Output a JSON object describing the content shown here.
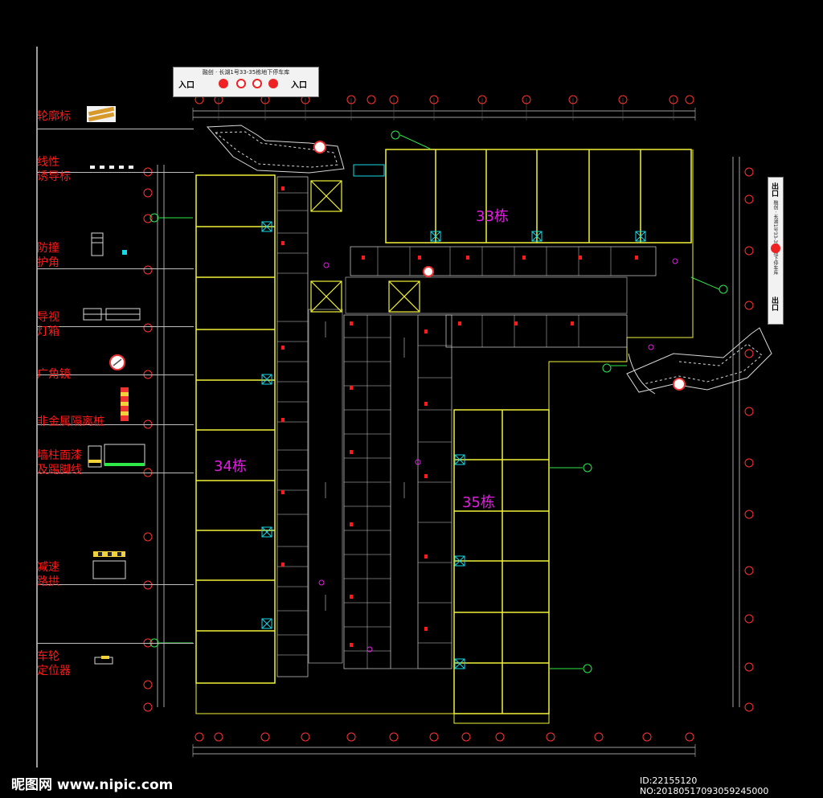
{
  "header_sign": {
    "title": "融创 · 长湖1号33-35栋地下停车库",
    "entry_left": "入口",
    "entry_right": "入口"
  },
  "side_sign": {
    "exit_top": "出口",
    "exit_bottom": "出口",
    "title": "融创 · 长湖1号33-35栋地下停车库"
  },
  "legend": [
    {
      "id": "outline",
      "label": "轮廓标"
    },
    {
      "id": "linear-guide",
      "label": "线性\n诱导标"
    },
    {
      "id": "anti-collision",
      "label": "防撞\n护角"
    },
    {
      "id": "light-box",
      "label": "导视\n灯箱"
    },
    {
      "id": "wide-angle-mirror",
      "label": "广角镜"
    },
    {
      "id": "non-metal-barrier",
      "label": "非金属隔离桩"
    },
    {
      "id": "wall-column",
      "label": "墙柱面漆\n及踢脚线"
    },
    {
      "id": "speed-bump",
      "label": "减速\n路拱"
    },
    {
      "id": "wheel-stopper",
      "label": "车轮\n定位器"
    }
  ],
  "buildings": {
    "b33": "33栋",
    "b34": "34栋",
    "b35": "35栋"
  },
  "footer": {
    "site": "昵图网 www.nipic.com",
    "id": "ID:22155120 NO:20180517093059245000"
  },
  "colors": {
    "background": "#000000",
    "wall": "#f2f23a",
    "legend_text": "#ff1a1a",
    "building_label": "#e21ee2",
    "grid": "#cccccc",
    "axis_circle": "#ff3333",
    "cyan": "#18d8e8",
    "green": "#2ee84a"
  }
}
